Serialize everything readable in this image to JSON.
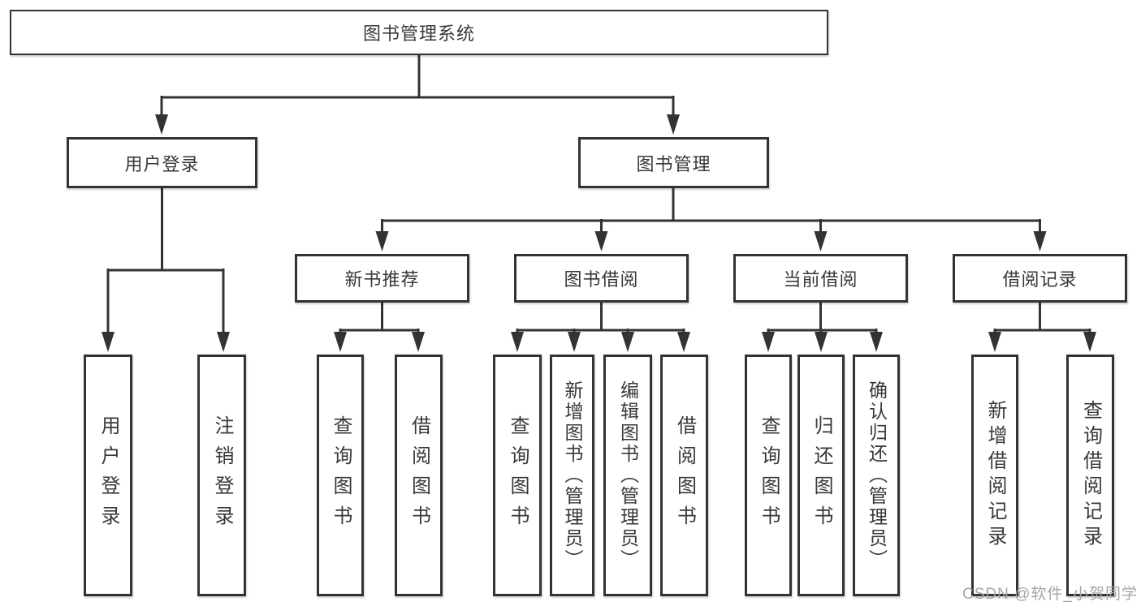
{
  "colors": {
    "line": "#333333",
    "box_border": "#333333",
    "text": "#383838",
    "watermark": "#ada2a6",
    "background": "#ffffff"
  },
  "tree": {
    "root": {
      "label": "图书管理系统"
    },
    "branches": [
      {
        "label": "用户登录",
        "children": [
          {
            "label": "用户登录"
          },
          {
            "label": "注销登录"
          }
        ]
      },
      {
        "label": "图书管理",
        "children": [
          {
            "label": "新书推荐",
            "children": [
              {
                "label": "查询图书"
              },
              {
                "label": "借阅图书"
              }
            ]
          },
          {
            "label": "图书借阅",
            "children": [
              {
                "label": "查询图书"
              },
              {
                "label": "新增图书（管理员）"
              },
              {
                "label": "编辑图书（管理员）"
              },
              {
                "label": "借阅图书"
              }
            ]
          },
          {
            "label": "当前借阅",
            "children": [
              {
                "label": "查询图书"
              },
              {
                "label": "归还图书"
              },
              {
                "label": "确认归还（管理员）"
              }
            ]
          },
          {
            "label": "借阅记录",
            "children": [
              {
                "label": "新增借阅记录"
              },
              {
                "label": "查询借阅记录"
              }
            ]
          }
        ]
      }
    ]
  },
  "watermark": {
    "text": "CSDN @软件_小贺同学"
  }
}
